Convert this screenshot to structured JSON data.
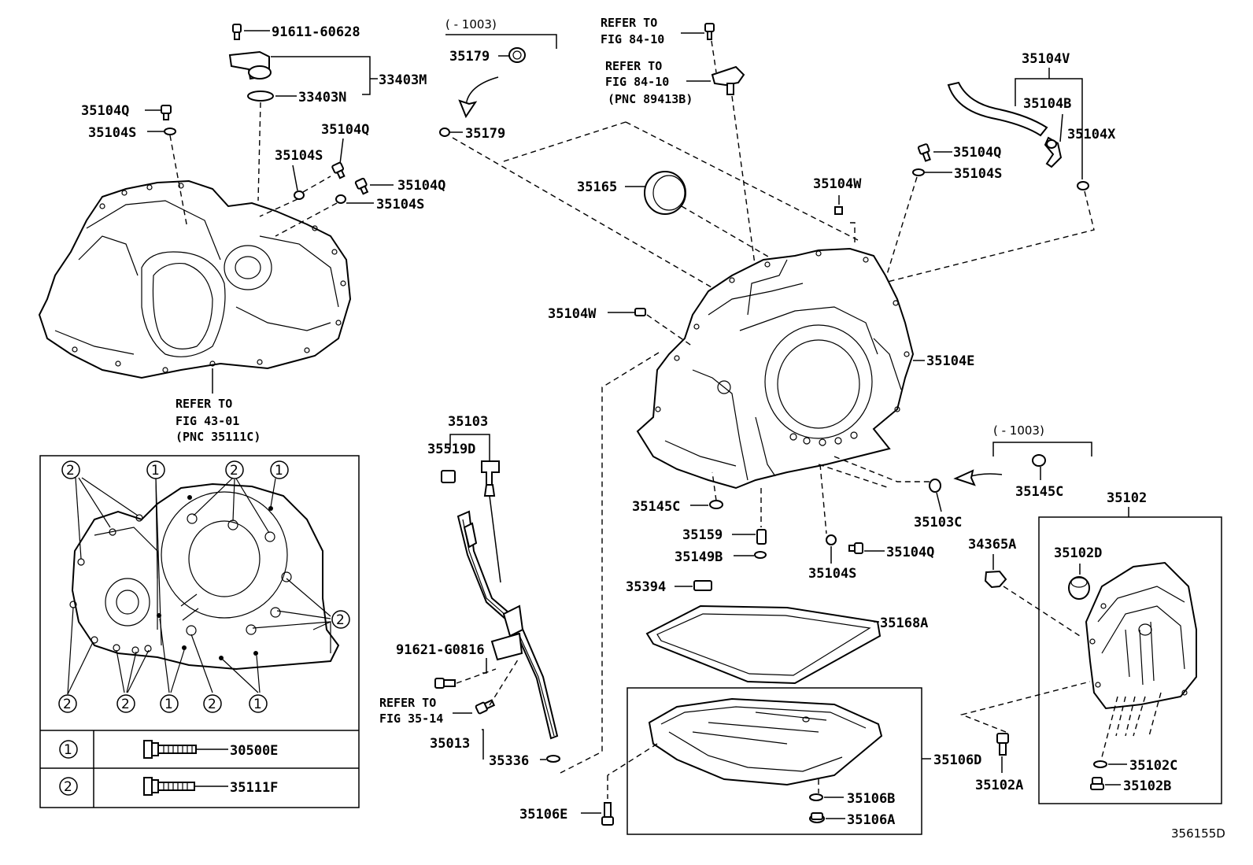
{
  "diagram_code": "356155D",
  "left_housing": {
    "bolt_label": "91611-60628",
    "assembly_label": "33403M",
    "oring_label": "33403N",
    "bolt_top_left": "35104Q",
    "washer_top_left": "35104S",
    "bolt_mid": "35104Q",
    "washer_mid": "35104S",
    "bolt_right": "35104Q",
    "washer_right": "35104S",
    "refer_line1": "REFER TO",
    "refer_line2": "FIG 43-01",
    "refer_line3": "(PNC 35111C)"
  },
  "plug_group": {
    "range": "(       - 1003)",
    "plug_label": "35179",
    "oring_label": "35179"
  },
  "sensor_refs": {
    "ref1_line1": "REFER TO",
    "ref1_line2": "FIG 84-10",
    "ref2_line1": "REFER TO",
    "ref2_line2": "FIG 84-10",
    "ref2_line3": "(PNC 89413B)"
  },
  "hose_group": {
    "assembly": "35104V",
    "hose": "35104B",
    "fitting": "35104X"
  },
  "case_parts": {
    "seal": "35165",
    "bolt_q": "35104Q",
    "washer_s": "35104S",
    "pin_w_top": "35104W",
    "pin_w_left": "35104W",
    "case": "35104E",
    "washer_c": "35145C",
    "oring_c": "35103C",
    "collar": "35159",
    "washer_b": "35149B",
    "washer_s_bottom": "35104S",
    "bolt_q_bottom": "35104Q",
    "plate": "35394",
    "gasket": "35168A",
    "pan": "35106D",
    "pan_washer": "35106B",
    "drain_plug": "35106A",
    "pan_bolt": "35106E",
    "range_right": "(       - 1003)",
    "washer_right": "35145C"
  },
  "dipstick": {
    "assembly": "35103",
    "clip": "35519D",
    "bolt": "91621-G0816",
    "refer_line1": "REFER TO",
    "refer_line2": "FIG 35-14",
    "tube": "35013",
    "oring": "35336"
  },
  "cover_group": {
    "assembly": "35102",
    "plug_d": "35102D",
    "bracket": "34365A",
    "oring_c": "35102C",
    "plug_b": "35102B",
    "bolt_a": "35102A"
  },
  "legend": {
    "rows": [
      {
        "marker": "1",
        "part": "30500E"
      },
      {
        "marker": "2",
        "part": "35111F"
      }
    ],
    "callout_1": "1",
    "callout_2": "2"
  }
}
